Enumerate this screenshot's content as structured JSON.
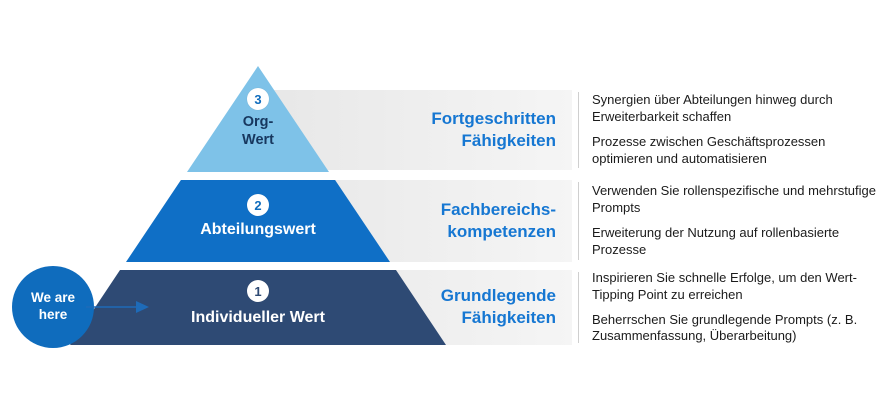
{
  "colors": {
    "tier_top": "#7EC2E8",
    "tier_middle": "#0F6FC6",
    "tier_bottom": "#2E4A74",
    "heading_blue": "#1677D2",
    "pointer_blue": "#0F6CBD"
  },
  "pointer": {
    "label": "We are\nhere"
  },
  "tiers": [
    {
      "number": "3",
      "label": "Org-\nWert",
      "heading": "Fortgeschritten\nFähigkeiten",
      "points": [
        "Synergien über Abteilungen hinweg durch Erweiterbarkeit schaffen",
        "Prozesse zwischen Geschäftsprozessen optimieren und automatisieren"
      ]
    },
    {
      "number": "2",
      "label": "Abteilungswert",
      "heading": "Fachbereichs-\nkompetenzen",
      "points": [
        "Verwenden Sie rollenspezifische und mehrstufige Prompts",
        "Erweiterung der Nutzung auf rollenbasierte Prozesse"
      ]
    },
    {
      "number": "1",
      "label": "Individueller Wert",
      "heading": "Grundlegende\nFähigkeiten",
      "points": [
        "Inspirieren Sie schnelle Erfolge, um den Wert-Tipping Point zu erreichen",
        "Beherrschen Sie grundlegende Prompts (z. B. Zusammenfassung, Überarbeitung)"
      ]
    }
  ]
}
